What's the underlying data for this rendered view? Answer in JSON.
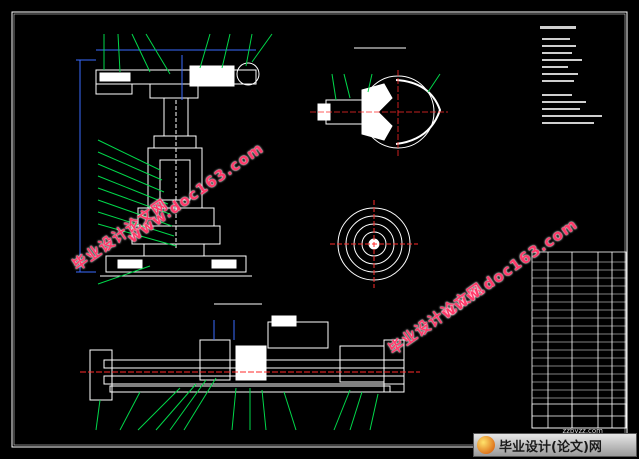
{
  "watermarks": [
    {
      "text": "毕业设计论文网"
    },
    {
      "text": "www.doc163.com"
    },
    {
      "text": "毕业设计论文网"
    },
    {
      "text": "www.doc163.com"
    }
  ],
  "logo": {
    "text": "毕业设计(论文)网",
    "url": "zzbyzz.com"
  },
  "colors": {
    "background": "#000000",
    "drawing": "#ffffff",
    "leader": "#00d84a",
    "dimension": "#3a6bff",
    "watermark": "#ff3b6b"
  }
}
